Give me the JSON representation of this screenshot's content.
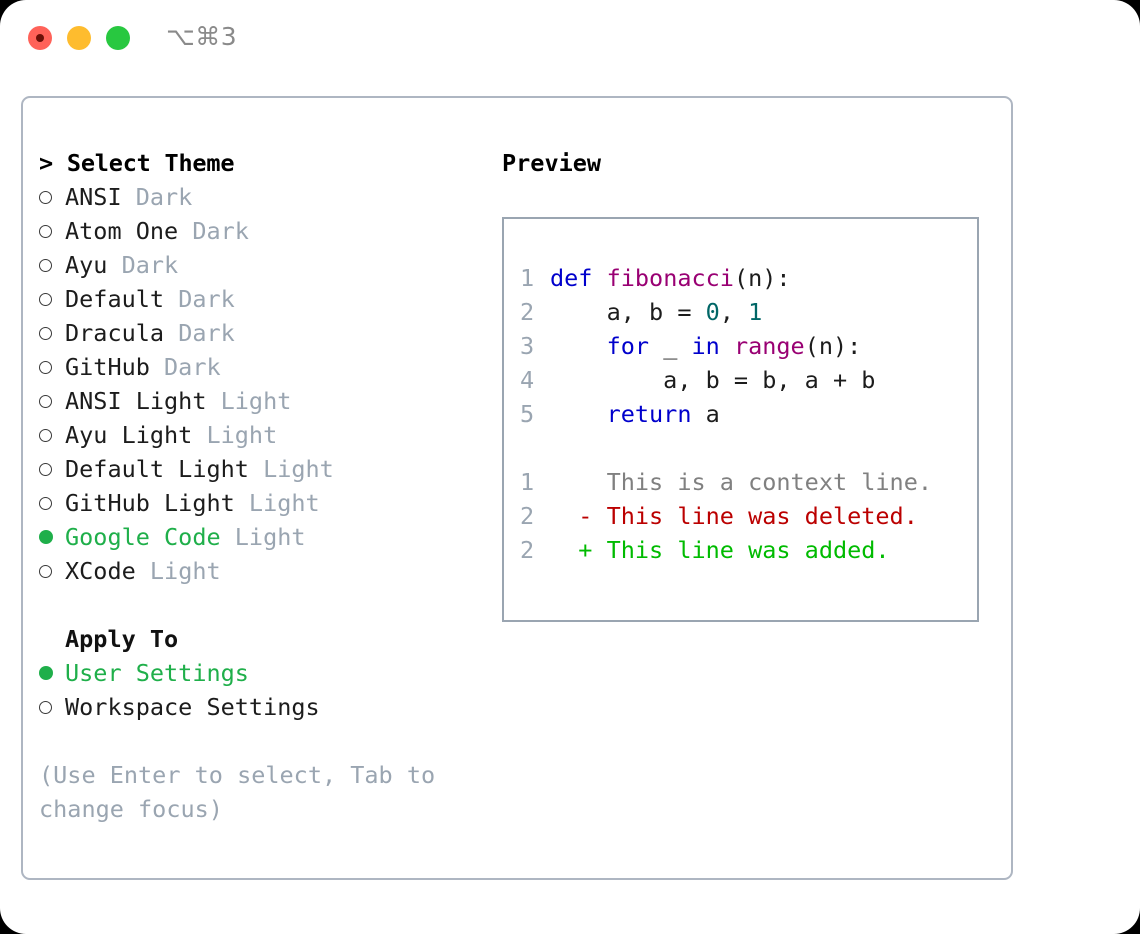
{
  "window": {
    "shortcut_label": "⌥⌘3",
    "traffic_lights": [
      "close",
      "minimize",
      "zoom"
    ]
  },
  "left": {
    "header": "> Select Theme",
    "themes": [
      {
        "name": "ANSI",
        "variant": "Dark",
        "selected": false
      },
      {
        "name": "Atom One",
        "variant": "Dark",
        "selected": false
      },
      {
        "name": "Ayu",
        "variant": "Dark",
        "selected": false
      },
      {
        "name": "Default",
        "variant": "Dark",
        "selected": false
      },
      {
        "name": "Dracula",
        "variant": "Dark",
        "selected": false
      },
      {
        "name": "GitHub",
        "variant": "Dark",
        "selected": false
      },
      {
        "name": "ANSI Light",
        "variant": "Light",
        "selected": false
      },
      {
        "name": "Ayu Light",
        "variant": "Light",
        "selected": false
      },
      {
        "name": "Default Light",
        "variant": "Light",
        "selected": false
      },
      {
        "name": "GitHub Light",
        "variant": "Light",
        "selected": false
      },
      {
        "name": "Google Code",
        "variant": "Light",
        "selected": true
      },
      {
        "name": "XCode",
        "variant": "Light",
        "selected": false
      }
    ],
    "apply_to_header": "Apply To",
    "apply_to": [
      {
        "name": "User Settings",
        "selected": true
      },
      {
        "name": "Workspace Settings",
        "selected": false
      }
    ],
    "hint": "(Use Enter to select, Tab to change focus)"
  },
  "right": {
    "preview_title": "Preview",
    "code_lines": [
      {
        "no": "1",
        "tokens": [
          {
            "t": "def",
            "c": "kw"
          },
          {
            "t": " ",
            "c": "pl"
          },
          {
            "t": "fibonacci",
            "c": "fn"
          },
          {
            "t": "(n):",
            "c": "pl"
          }
        ]
      },
      {
        "no": "2",
        "tokens": [
          {
            "t": "    a, b = ",
            "c": "pl"
          },
          {
            "t": "0",
            "c": "num"
          },
          {
            "t": ", ",
            "c": "pl"
          },
          {
            "t": "1",
            "c": "num"
          }
        ]
      },
      {
        "no": "3",
        "tokens": [
          {
            "t": "    ",
            "c": "pl"
          },
          {
            "t": "for",
            "c": "kw"
          },
          {
            "t": " _ ",
            "c": "pl"
          },
          {
            "t": "in",
            "c": "kw"
          },
          {
            "t": " ",
            "c": "pl"
          },
          {
            "t": "range",
            "c": "fn"
          },
          {
            "t": "(n):",
            "c": "pl"
          }
        ]
      },
      {
        "no": "4",
        "tokens": [
          {
            "t": "        a, b = b, a + b",
            "c": "pl"
          }
        ]
      },
      {
        "no": "5",
        "tokens": [
          {
            "t": "    ",
            "c": "pl"
          },
          {
            "t": "return",
            "c": "kw"
          },
          {
            "t": " a",
            "c": "pl"
          }
        ]
      }
    ],
    "diff_lines": [
      {
        "no": "1",
        "sign": " ",
        "text": "This is a context line.",
        "kind": "ctx"
      },
      {
        "no": "2",
        "sign": "-",
        "text": "This line was deleted.",
        "kind": "del"
      },
      {
        "no": "2",
        "sign": "+",
        "text": "This line was added.",
        "kind": "add"
      }
    ]
  },
  "colors": {
    "accent_green": "#1faf4a",
    "muted": "#9aa5b1",
    "keyword": "#0000cc",
    "function": "#990073",
    "number": "#006666",
    "diff_deleted": "#bb0000",
    "diff_added": "#00bb00",
    "border": "#aeb6c2"
  }
}
